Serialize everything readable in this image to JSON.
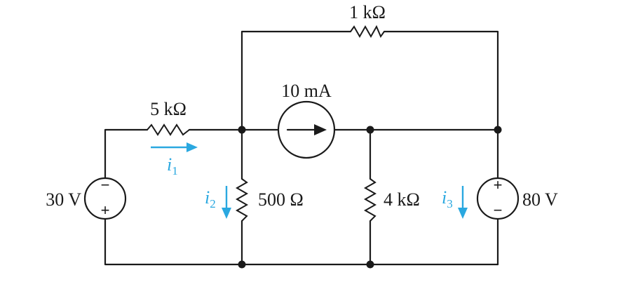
{
  "components": {
    "r_top": {
      "label": "1 kΩ"
    },
    "r_left": {
      "label": "5 kΩ"
    },
    "r_mid": {
      "label": "500 Ω"
    },
    "r_right": {
      "label": "4 kΩ"
    },
    "current_source": {
      "label": "10 mA"
    },
    "vs_left": {
      "label": "30 V",
      "top_sign": "−",
      "bottom_sign": "+"
    },
    "vs_right": {
      "label": "80 V",
      "top_sign": "+",
      "bottom_sign": "−"
    }
  },
  "currents": {
    "i1": {
      "symbol": "i",
      "sub": "1"
    },
    "i2": {
      "symbol": "i",
      "sub": "2"
    },
    "i3": {
      "symbol": "i",
      "sub": "3"
    }
  },
  "colors": {
    "wire": "#1a1a1a",
    "current": "#2aa8e0"
  }
}
